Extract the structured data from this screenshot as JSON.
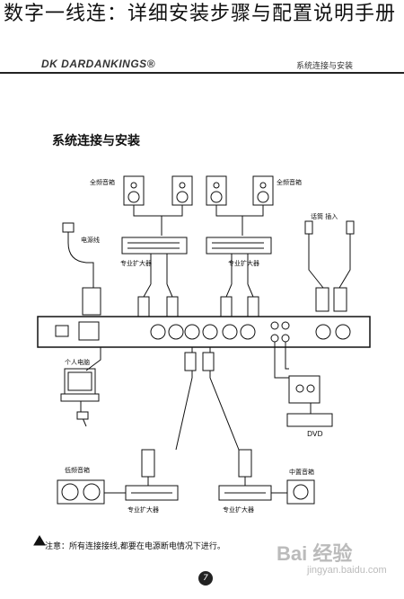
{
  "page": {
    "title": "数字一线连：详细安装步骤与配置说明手册",
    "logo_text": "DK DARDANKINGS®",
    "header_note": "系统连接与安装",
    "section_title": "系统连接与安装",
    "page_number": "7"
  },
  "labels": {
    "full_speakers_left": "全频音箱",
    "full_speakers_right": "全频音箱",
    "power_cord": "电源线",
    "amp_left": "专业扩大器",
    "amp_right": "专业扩大器",
    "mic_input": "话筒 插入",
    "pc": "个人电脑",
    "dvd": "DVD",
    "sub_speaker": "低频音箱",
    "center_speaker": "中置音箱",
    "amp_bottom_left": "专业扩大器",
    "amp_bottom_right": "专业扩大器"
  },
  "note": "注意：所有连接接线,都要在电源断电情况下进行。",
  "watermark": {
    "brand": "Bai 经验",
    "url": "jingyan.baidu.com"
  }
}
